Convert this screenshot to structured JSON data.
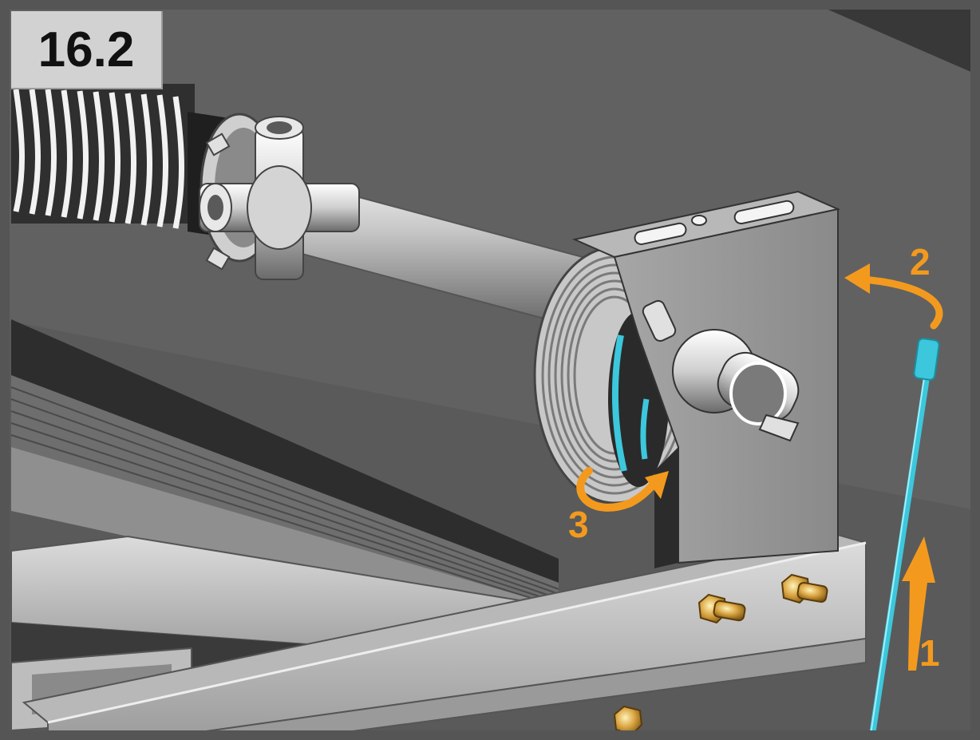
{
  "figure": {
    "step_number": "16.2",
    "callouts": {
      "one": "1",
      "two": "2",
      "three": "3"
    }
  },
  "colors": {
    "callout_orange": "#f39a1e",
    "rod_cyan": "#3cc7dc",
    "frame_border": "#555555",
    "badge_bg": "#d2d2d2",
    "bolt_brass": "#d9a441"
  },
  "icons": {
    "arrow_up": "arrow-up-icon",
    "curved_arrow_left": "curved-arrow-left-icon",
    "curved_arrow_rotate": "curved-arrow-rotate-icon"
  }
}
